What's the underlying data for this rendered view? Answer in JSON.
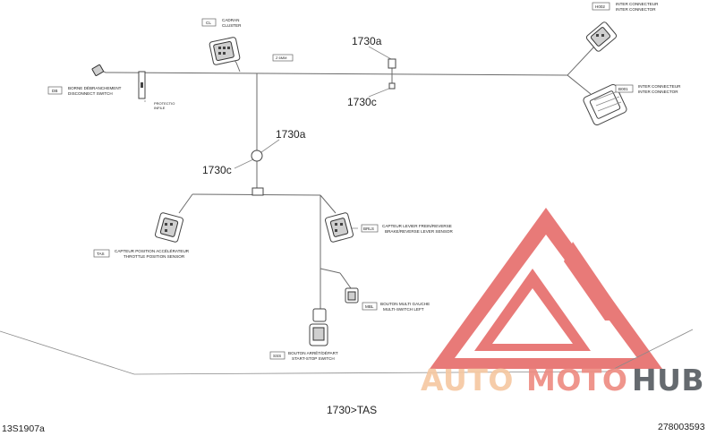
{
  "callouts": {
    "a_top": "1730a",
    "c_top": "1730c",
    "a_mid": "1730a",
    "c_mid": "1730c",
    "bottom_ref": "1730>TAS"
  },
  "components": {
    "cl": {
      "code": "CL",
      "line1": "CADRAN",
      "line2": "CLUSTER"
    },
    "db": {
      "code": "DB",
      "line1": "BORNE DÉBRANCHEMENT",
      "line2": "DISCONNECT SWITCH"
    },
    "h002": {
      "code": "H002",
      "line1": "INTER CONNECTEUR",
      "line2": "INTER CONNECTOR"
    },
    "b001": {
      "code": "B001",
      "line1": "INTER CONNECTEUR",
      "line2": "INTER CONNECTOR"
    },
    "tas": {
      "code": "TAS",
      "line1": "CAPTEUR POSITION ACCÉLÉRATEUR",
      "line2": "THROTTLE POSITION SENSOR"
    },
    "brls": {
      "code": "BRLS",
      "line1": "CAPTEUR LEVIER FREIN/REVERSE",
      "line2": "BRAKE/REVERSE LEVER SENSOR"
    },
    "mbl": {
      "code": "MBL",
      "line1": "BOUTON MULTI GAUCHE",
      "line2": "MULTI-SWITCH LEFT"
    },
    "sss": {
      "code": "SSS",
      "line1": "BOUTON ARRÊT/DÉPART",
      "line2": "START-STOP SWITCH"
    }
  },
  "tags": {
    "wire_tag": "Z 6MM",
    "branch_tag_1": "PROTECTIO",
    "branch_tag_2": "INFILE"
  },
  "footer": {
    "left_code": "13S1907a",
    "right_code": "278003593"
  },
  "watermark": {
    "part1": "AUTO",
    "part2": "MOTO",
    "part3": "HUB",
    "color_light": "#f6c7a0",
    "color_mid": "#ee8a80",
    "color_dark": "#555a60",
    "triangle_color": "#e35d5b"
  }
}
